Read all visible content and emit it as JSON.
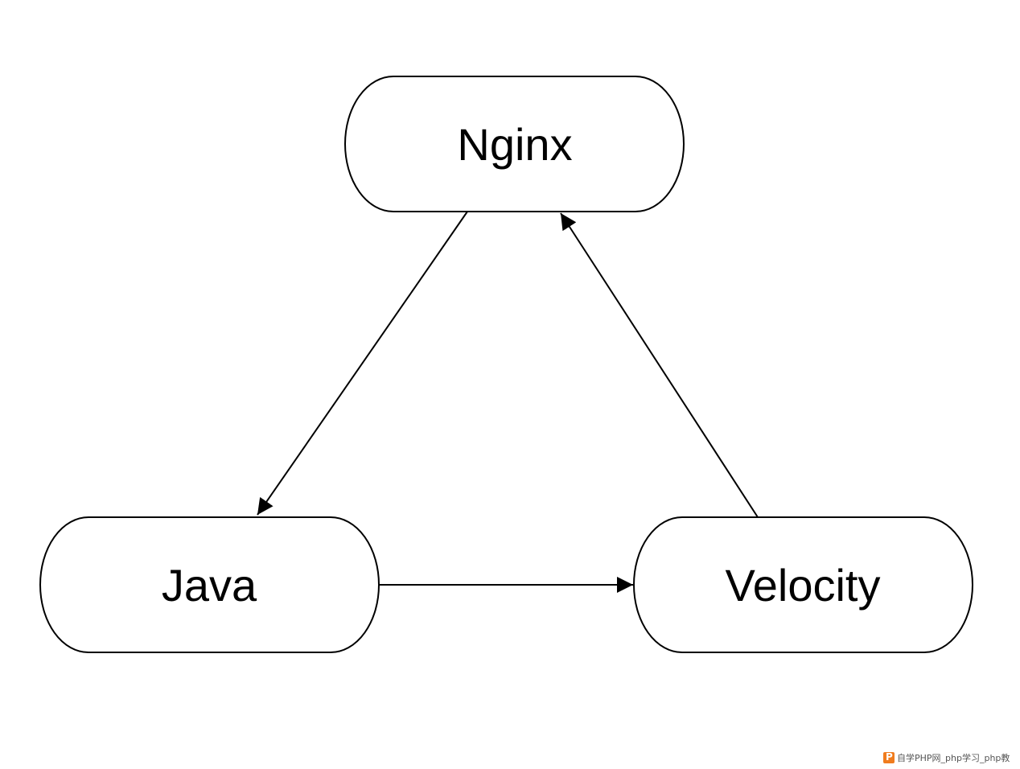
{
  "diagram": {
    "nodes": [
      {
        "id": "nginx",
        "label": "Nginx"
      },
      {
        "id": "java",
        "label": "Java"
      },
      {
        "id": "velocity",
        "label": "Velocity"
      }
    ],
    "edges": [
      {
        "from": "nginx",
        "to": "java"
      },
      {
        "from": "java",
        "to": "velocity"
      },
      {
        "from": "velocity",
        "to": "nginx"
      }
    ],
    "colors": {
      "stroke": "#000000",
      "fill": "#ffffff"
    }
  },
  "watermark": {
    "text": "自学PHP网_php学习_php教",
    "logo_icon": "php-logo-icon"
  }
}
